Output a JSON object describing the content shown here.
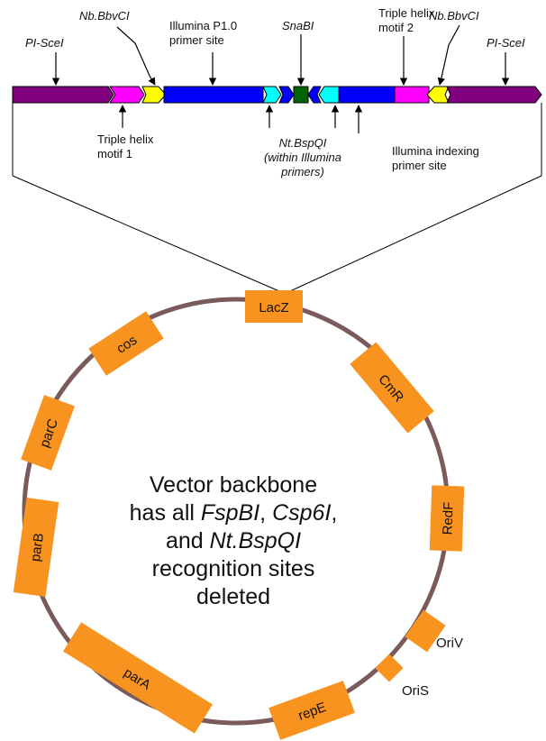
{
  "linear_map": {
    "labels": {
      "pi_scei_left": "PI-SceI",
      "nb_bbvci_left": "Nb.BbvCI",
      "illumina_p1_line1": "Illumina P1.0",
      "illumina_p1_line2": "primer site",
      "snabi": "SnaBI",
      "triple_helix_2_line1": "Triple helix",
      "triple_helix_2_line2": "motif 2",
      "nb_bbvci_right": "Nb.BbvCI",
      "pi_scei_right": "PI-SceI",
      "triple_helix_1_line1": "Triple helix",
      "triple_helix_1_line2": "motif 1",
      "nt_bspqi_line1": "Nt.BspQI",
      "nt_bspqi_line2": "(within Illumina",
      "nt_bspqi_line3": "primers)",
      "illumina_indexing_line1": "Illumina indexing",
      "illumina_indexing_line2": "primer site"
    },
    "colors": {
      "purple": "#800080",
      "magenta": "#ff00ff",
      "yellow": "#ffff00",
      "blue": "#0000ff",
      "cyan": "#00ffff",
      "green": "#006400",
      "navy": "#0000aa"
    }
  },
  "plasmid": {
    "backbone_color": "#7a5a5a",
    "feature_color": "#f7931e",
    "features": {
      "lacz": "LacZ",
      "cmr": "CmR",
      "redf": "RedF",
      "repe": "repE",
      "para": "parA",
      "parb": "parB",
      "parc": "parC",
      "cos": "cos"
    },
    "ori_labels": {
      "oriv": "OriV",
      "oris": "OriS"
    },
    "center_text": {
      "line1": "Vector backbone",
      "line2_prefix": "has all ",
      "line2_em1": "FspBI",
      "line2_mid": ", ",
      "line2_em2": "Csp6I",
      "line2_suffix": ",",
      "line3_prefix": "and ",
      "line3_em": "Nt.BspQI",
      "line4": "recognition sites",
      "line5": "deleted"
    }
  }
}
